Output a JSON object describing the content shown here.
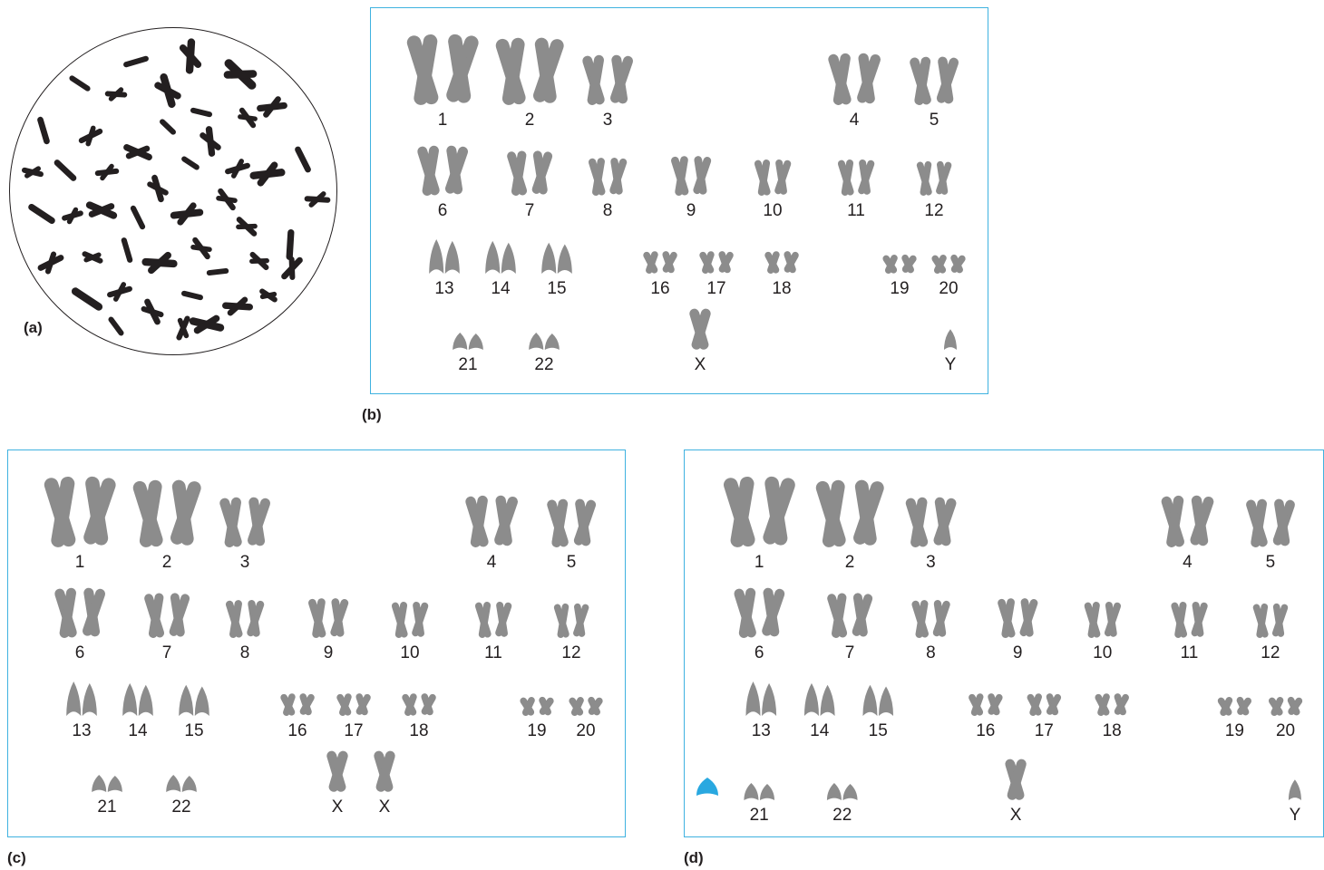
{
  "panels": {
    "a": {
      "label": "(a)"
    },
    "b": {
      "label": "(b)",
      "chromosome_labels": [
        "1",
        "2",
        "3",
        "4",
        "5",
        "6",
        "7",
        "8",
        "9",
        "10",
        "11",
        "12",
        "13",
        "14",
        "15",
        "16",
        "17",
        "18",
        "19",
        "20",
        "21",
        "22",
        "X",
        "Y"
      ]
    },
    "c": {
      "label": "(c)",
      "chromosome_labels": [
        "1",
        "2",
        "3",
        "4",
        "5",
        "6",
        "7",
        "8",
        "9",
        "10",
        "11",
        "12",
        "13",
        "14",
        "15",
        "16",
        "17",
        "18",
        "19",
        "20",
        "21",
        "22",
        "X",
        "X"
      ]
    },
    "d": {
      "label": "(d)",
      "chromosome_labels": [
        "1",
        "2",
        "3",
        "4",
        "5",
        "6",
        "7",
        "8",
        "9",
        "10",
        "11",
        "12",
        "13",
        "14",
        "15",
        "16",
        "17",
        "18",
        "19",
        "20",
        "21",
        "22",
        "X",
        "Y"
      ],
      "extra_chromosome": "21"
    }
  },
  "colors": {
    "chromosome": "#8c8c8c",
    "spread_chromosome": "#231f20",
    "frame": "#3fb2e0",
    "extra_chromosome": "#29a8e0"
  }
}
